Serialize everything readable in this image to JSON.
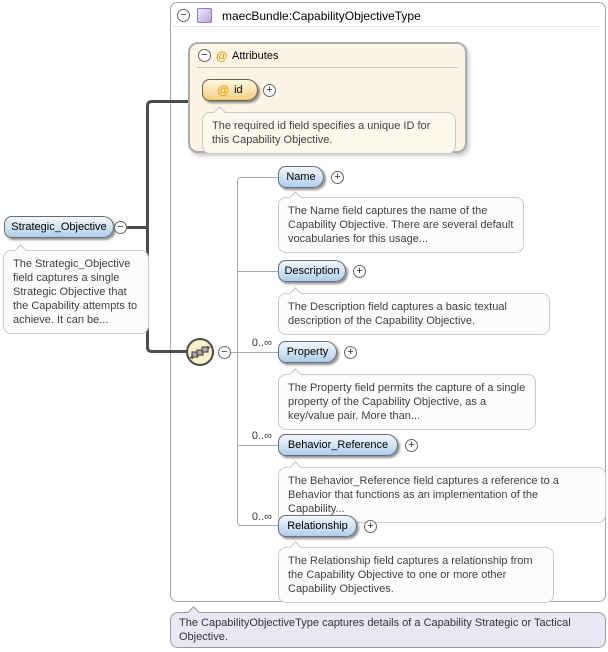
{
  "root": {
    "title": "maecBundle:CapabilityObjectiveType"
  },
  "icons": {
    "collapse": "−",
    "expand": "+",
    "at": "@"
  },
  "colors": {
    "badge_blue": "#BFD8F0",
    "badge_orange": "#F8DFA8",
    "attributes_bg": "#FCF5E6",
    "note_bg": "#E9E7F4",
    "compositor_bg": "#F5F1C9",
    "wire_dark": "#4D4D4D",
    "wire_light": "#A8A8A8",
    "at_color": "#E39B00",
    "type_icon_purple": "#B8A7DB"
  },
  "attributes": {
    "title": "Attributes",
    "attribute_name": "id",
    "attribute_doc": "The required id field specifies a unique ID for this Capability Objective."
  },
  "source": {
    "name": "Strategic_Objective",
    "doc": "The Strategic_Objective field captures a single Strategic Objective that the Capability attempts to achieve. It can be..."
  },
  "children": [
    {
      "name": "Name",
      "occurs": "",
      "doc": "The Name field captures the name of the Capability Objective. There are several default vocabularies for this usage..."
    },
    {
      "name": "Description",
      "occurs": "",
      "doc": "The Description field captures a basic textual description of the Capability Objective."
    },
    {
      "name": "Property",
      "occurs": "0..∞",
      "doc": "The Property field permits the capture of a single property of the Capability Objective, as a key/value pair. More than..."
    },
    {
      "name": "Behavior_Reference",
      "occurs": "0..∞",
      "doc": "The Behavior_Reference field captures a reference to a Behavior that functions as an implementation of the Capability..."
    },
    {
      "name": "Relationship",
      "occurs": "0..∞",
      "doc": "The Relationship field captures a relationship from the Capability Objective to one or more other Capability Objectives."
    }
  ],
  "footer": {
    "note": "The CapabilityObjectiveType captures details of a Capability Strategic or Tactical Objective."
  }
}
